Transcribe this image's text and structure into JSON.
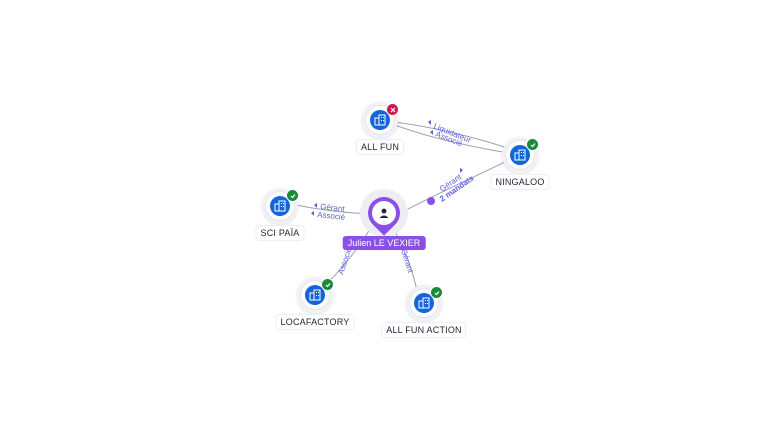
{
  "person": {
    "name": "Julien LE VEXIER",
    "icon": "person-icon"
  },
  "colors": {
    "person_accent": "#8a4fe6",
    "company_blue": "#1466d8",
    "status_active": "#1a8a3a",
    "status_closed": "#d3174a",
    "edge": "#9aa0b8",
    "edge_label": "#5b5fd6"
  },
  "companies": [
    {
      "id": "all-fun",
      "name": "ALL FUN",
      "status": "closed",
      "icon": "building-icon"
    },
    {
      "id": "ningaloo",
      "name": "NINGALOO",
      "status": "active",
      "icon": "building-icon"
    },
    {
      "id": "sci-paia",
      "name": "SCI PAÏA",
      "status": "active",
      "icon": "building-icon"
    },
    {
      "id": "locafactory",
      "name": "LOCAFACTORY",
      "status": "active",
      "icon": "building-icon"
    },
    {
      "id": "all-fun-action",
      "name": "ALL FUN ACTION",
      "status": "active",
      "icon": "building-icon"
    }
  ],
  "edges": {
    "allfun_ningaloo": {
      "role1": "Liquidateur",
      "role2": "Associé"
    },
    "person_ningaloo": {
      "role1": "Gérant",
      "role2": "2 mandats"
    },
    "person_scipaia": {
      "role1": "Gérant",
      "role2": "Associé"
    },
    "person_locafactory": {
      "role1": "Associé"
    },
    "person_allfunaction": {
      "role1": "Gérant"
    }
  }
}
